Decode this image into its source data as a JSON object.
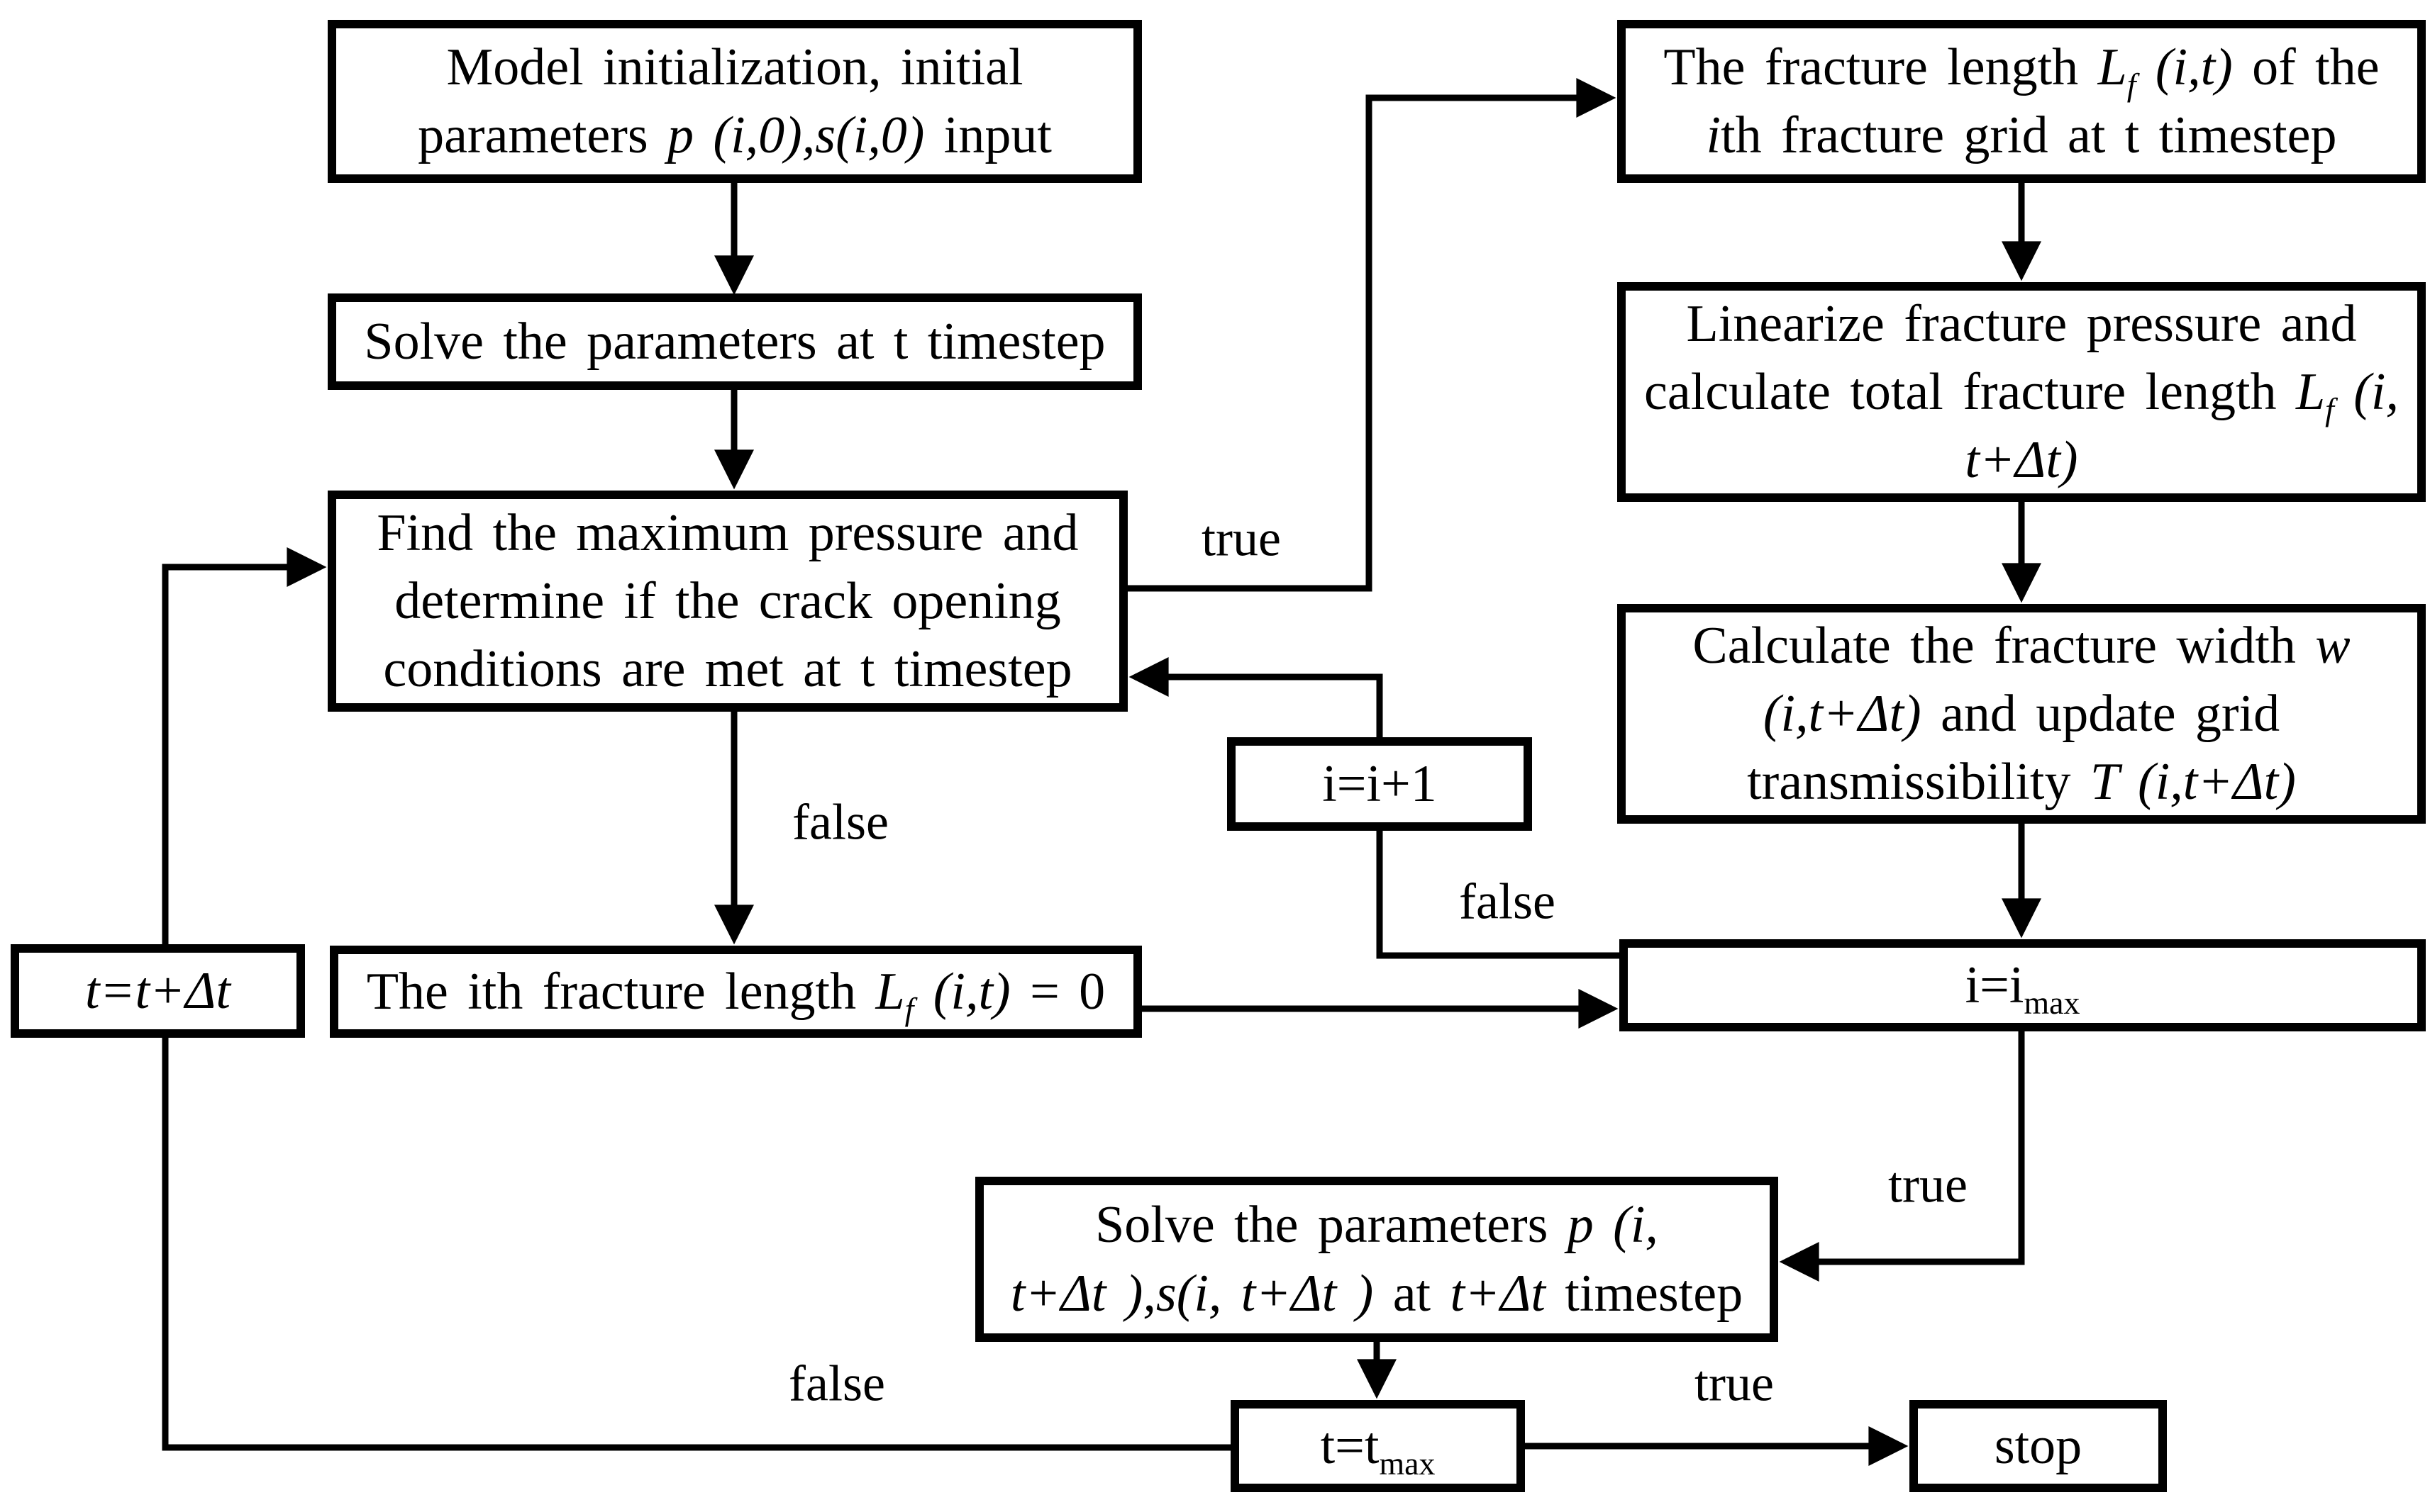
{
  "diagram": {
    "colors": {
      "line": "#000000",
      "box_border": "#000000",
      "background": "#ffffff",
      "text": "#000000"
    },
    "boxes": {
      "model_init": {
        "segments": [
          {
            "t": "Model initialization,  initial"
          },
          {
            "br": true
          },
          {
            "t": "parameters  "
          },
          {
            "t": "p (i,0),s(i,0)",
            "i": true
          },
          {
            "t": " input"
          }
        ]
      },
      "solve_t": {
        "segments": [
          {
            "t": "Solve the parameters  at t timestep"
          }
        ]
      },
      "find_max": {
        "segments": [
          {
            "t": "Find the maximum  pressure  and"
          },
          {
            "br": true
          },
          {
            "t": "determine  if the crack  opening"
          },
          {
            "br": true
          },
          {
            "t": "conditions  are met at t timestep"
          }
        ]
      },
      "lf_zero": {
        "segments": [
          {
            "t": "The ith fracture  length "
          },
          {
            "t": "L",
            "i": true
          },
          {
            "t": "f",
            "i": true,
            "sub": true
          },
          {
            "t": " (i,t)",
            "i": true
          },
          {
            "t": " = 0"
          }
        ]
      },
      "t_inc": {
        "segments": [
          {
            "t": "t=t+Δt",
            "i": true
          }
        ]
      },
      "i_inc": {
        "segments": [
          {
            "t": "i=i+1"
          }
        ]
      },
      "frac_length": {
        "segments": [
          {
            "t": "The fracture  length "
          },
          {
            "t": "L",
            "i": true
          },
          {
            "t": "f",
            "i": true,
            "sub": true
          },
          {
            "t": " (i,t)",
            "i": true
          },
          {
            "t": " of the"
          },
          {
            "br": true
          },
          {
            "t": "i",
            "i": true
          },
          {
            "t": "th fracture  grid at t timestep"
          }
        ]
      },
      "linearize": {
        "segments": [
          {
            "t": "Linearize  fracture  pressure  and"
          },
          {
            "br": true
          },
          {
            "t": "calculate  total fracture  length "
          },
          {
            "t": "L",
            "i": true
          },
          {
            "t": "f",
            "i": true,
            "sub": true
          },
          {
            "t": " (i,",
            "i": true
          },
          {
            "br": true
          },
          {
            "t": "t+Δt)",
            "i": true
          }
        ]
      },
      "calc_width": {
        "segments": [
          {
            "t": "Calculate  the fracture  width "
          },
          {
            "t": "w",
            "i": true
          },
          {
            "br": true
          },
          {
            "t": "(i,t+Δt)",
            "i": true
          },
          {
            "t": " and update  grid"
          },
          {
            "br": true
          },
          {
            "t": "transmissibility  "
          },
          {
            "t": "T (i,t+Δt)",
            "i": true
          }
        ]
      },
      "i_max": {
        "segments": [
          {
            "t": "i=i"
          },
          {
            "t": "max",
            "sub": true
          }
        ]
      },
      "solve_tdt": {
        "segments": [
          {
            "t": "Solve the parameters  "
          },
          {
            "t": "p (i,",
            "i": true
          },
          {
            "br": true
          },
          {
            "t": "t+Δt ),s(i, t+Δt )",
            "i": true
          },
          {
            "t": " at "
          },
          {
            "t": "t+Δt",
            "i": true
          },
          {
            "t": " timestep"
          }
        ]
      },
      "t_max": {
        "segments": [
          {
            "t": "t=t"
          },
          {
            "t": "max",
            "sub": true
          }
        ]
      },
      "stop": {
        "segments": [
          {
            "t": "stop"
          }
        ]
      }
    },
    "labels": {
      "true_open": "true",
      "false_open": "false",
      "false_imax": "false",
      "true_imax": "true",
      "true_tmax": "true",
      "false_tmax": "false"
    }
  }
}
